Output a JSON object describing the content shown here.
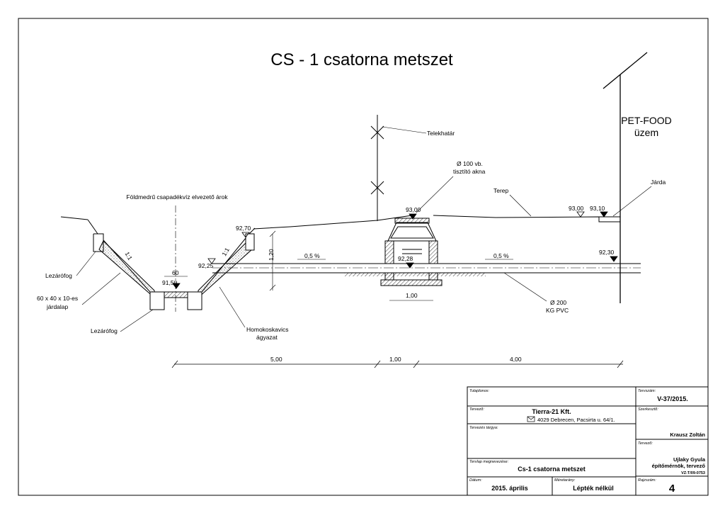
{
  "title": "CS - 1 csatorna metszet",
  "building": {
    "line1": "PET-FOOD",
    "line2": "üzem"
  },
  "labels": {
    "telekhatar": "Telekhatár",
    "akna1": "Ø 100 vb.",
    "akna2": "tisztító akna",
    "terep": "Terep",
    "jarda": "Járda",
    "arok": "Földmedrű csapadékvíz elvezető árok",
    "lezarofog1": "Lezárófog",
    "jardalap1": "60 x 40 x 10-es",
    "jardalap2": "járdalap",
    "lezarofog2": "Lezárófog",
    "homok1": "Homokoskavics",
    "homok2": "ágyazat",
    "pipe1": "Ø 200",
    "pipe2": "KG PVC",
    "slope_left": "1:1",
    "slope_right": "1:1"
  },
  "levels": {
    "lv_9300_top": "93,00",
    "lv_9270": "92,70",
    "lv_9225": "92,25",
    "lv_9150": "91,50",
    "lv_9228": "92,28",
    "lv_9300_r": "93,00",
    "lv_9310": "93,10",
    "lv_9230": "92,30"
  },
  "dims": {
    "d60": "60",
    "d120": "1,20",
    "slope1": "0,5 %",
    "slope2": "0,5 %",
    "d100_shaft": "1,00",
    "d500": "5,00",
    "d100_bottom": "1,00",
    "d400": "4,00"
  },
  "titleblock": {
    "owner_label": "Tulajdonos:",
    "planno_label": "Tervszám:",
    "planno": "V-37/2015.",
    "designer_label": "Tervező:",
    "designer": "Tierra-21 Kft.",
    "address": "4029 Debrecen, Pacsirta u. 64/1.",
    "editor_label": "Szerkesztő:",
    "editor": "Krausz Zoltán",
    "subject_label": "Tervezés tárgya:",
    "designer2_label": "Tervező:",
    "designer2_name": "Ujlaky Gyula",
    "designer2_role": "építőmérnök, tervező",
    "designer2_reg": "VZ-T/09-0753",
    "sheetname_label": "Tervlap megnevezése:",
    "sheetname": "Cs-1 csatorna metszet",
    "date_label": "Dátum:",
    "date": "2015. április",
    "scale_label": "Méretarány:",
    "scale": "Lépték nélkül",
    "drawno_label": "Rajzszám:",
    "drawno": "4"
  }
}
